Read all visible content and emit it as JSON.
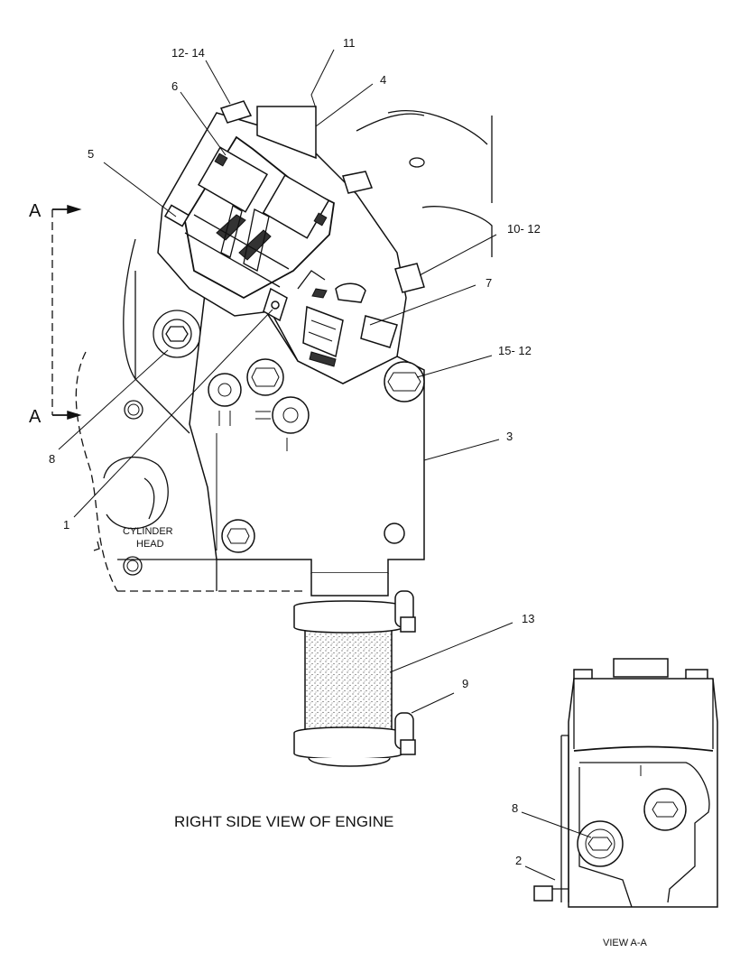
{
  "labels": {
    "p1": "1",
    "p2": "2",
    "p3": "3",
    "p4": "4",
    "p5": "5",
    "p6": "6",
    "p7": "7",
    "p8": "8",
    "p8b": "8",
    "p9": "9",
    "p10": "10- 12",
    "p11": "11",
    "p12": "12- 14",
    "p13": "13",
    "p15": "15- 12"
  },
  "section": {
    "top": "A",
    "bottom": "A"
  },
  "cylinder_head": {
    "line1": "CYLINDER",
    "line2": "HEAD"
  },
  "caption": "RIGHT SIDE VIEW OF ENGINE",
  "view_caption": "VIEW A-A"
}
